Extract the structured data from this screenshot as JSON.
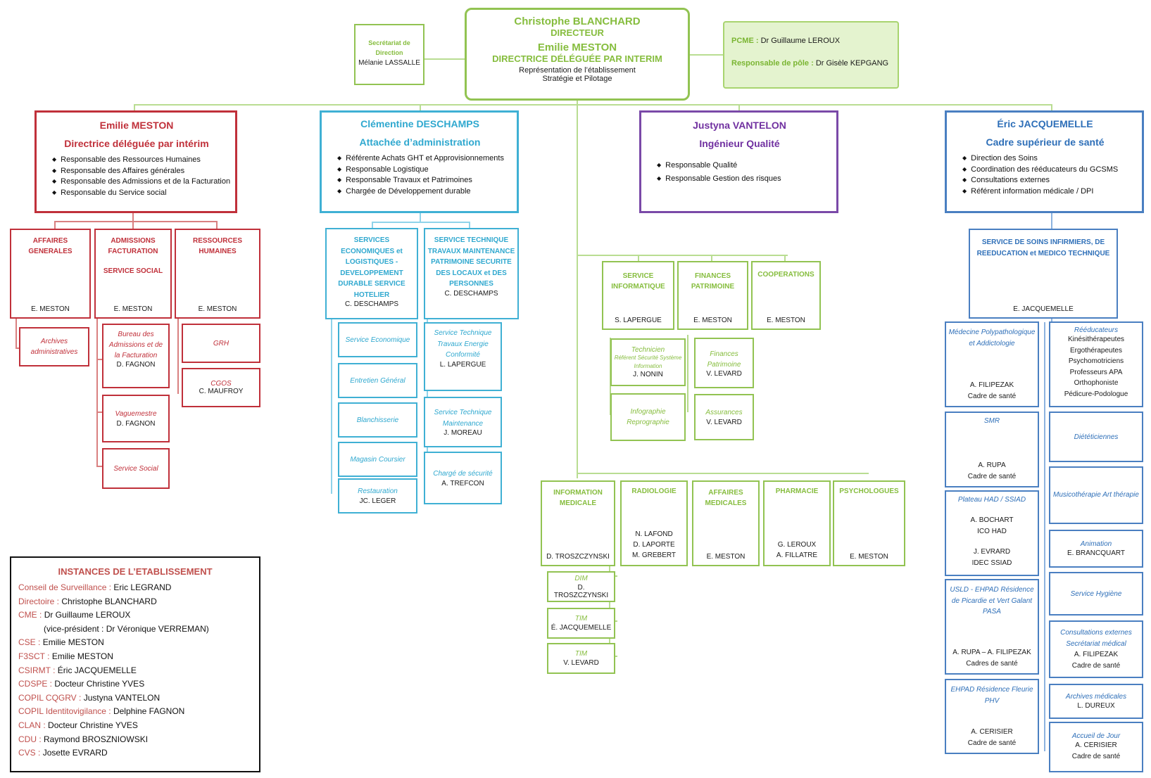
{
  "director": {
    "name": "Christophe BLANCHARD",
    "title": "DIRECTEUR",
    "interim_name": "Emilie MESTON",
    "interim_title": "DIRECTRICE DÉLÉGUÉE PAR INTERIM",
    "line1": "Représentation de l’établissement",
    "line2": "Stratégie et Pilotage"
  },
  "secretariat": {
    "title": "Secrétariat de Direction",
    "name": "Mélanie LASSALLE"
  },
  "pcme": {
    "label1": "PCME :",
    "value1": "Dr Guillaume LEROUX",
    "label2": "Responsable de pôle :",
    "value2": "Dr Gisèle KEPGANG"
  },
  "heads": [
    {
      "name": "Emilie MESTON",
      "title": "Directrice déléguée par intérim",
      "items": [
        "Responsable des Ressources Humaines",
        "Responsable des Affaires générales",
        "Responsable des Admissions et de la Facturation",
        "Responsable du Service social"
      ]
    },
    {
      "name": "Clémentine DESCHAMPS",
      "title": "Attachée d’administration",
      "items": [
        "Référente Achats GHT et Approvisionnements",
        "Responsable Logistique",
        "Responsable Travaux et Patrimoines",
        "Chargée de Développement durable"
      ]
    },
    {
      "name": "Justyna VANTELON",
      "title": "Ingénieur Qualité",
      "items": [
        "Responsable Qualité",
        "Responsable Gestion des risques"
      ]
    },
    {
      "name": "Éric JACQUEMELLE",
      "title": "Cadre supérieur de santé",
      "items": [
        "Direction des Soins",
        "Coordination des rééducateurs du GCSMS",
        "Consultations externes",
        "Référent information médicale / DPI"
      ]
    }
  ],
  "red": {
    "ag": {
      "title": "AFFAIRES GENERALES",
      "name": "E. MESTON"
    },
    "adm": {
      "title": "ADMISSIONS FACTURATION",
      "title2": "SERVICE SOCIAL",
      "name": "E. MESTON"
    },
    "rh": {
      "title": "RESSOURCES HUMAINES",
      "name": "E. MESTON"
    },
    "archives": "Archives administratives",
    "bureau": {
      "title": "Bureau des Admissions et de la Facturation",
      "name": "D. FAGNON"
    },
    "vague": {
      "title": "Vaguemestre",
      "name": "D. FAGNON"
    },
    "social": "Service Social",
    "grh": "GRH",
    "cgos": {
      "title": "CGOS",
      "name": "C. MAUFROY"
    }
  },
  "cyan": {
    "services": {
      "title": "SERVICES ECONOMIQUES et LOGISTIQUES - DEVELOPPEMENT DURABLE SERVICE HOTELIER",
      "name": "C. DESCHAMPS"
    },
    "technique": {
      "title": "SERVICE TECHNIQUE TRAVAUX MAINTENANCE PATRIMOINE SECURITE DES LOCAUX et DES PERSONNES",
      "name": "C. DESCHAMPS"
    },
    "eco": "Service Economique",
    "entretien": "Entretien Général",
    "blanch": "Blanchisserie",
    "magasin": "Magasin Coursier",
    "resto": {
      "title": "Restauration",
      "name": "JC. LEGER"
    },
    "stt": {
      "title": "Service Technique Travaux Energie Conformité",
      "name": "L. LAPERGUE"
    },
    "stm": {
      "title": "Service Technique Maintenance",
      "name": "J. MOREAU"
    },
    "secu": {
      "title": "Chargé de sécurité",
      "name": "A. TREFCON"
    }
  },
  "green": {
    "info": {
      "title": "SERVICE INFORMATIQUE",
      "name": "S. LAPERGUE"
    },
    "fin": {
      "title": "FINANCES PATRIMOINE",
      "name": "E. MESTON"
    },
    "coop": {
      "title": "COOPERATIONS",
      "name": "E. MESTON"
    },
    "tech": {
      "title1": "Technicien",
      "title2": "Référent Sécurité Système Information",
      "name": "J. NONIN"
    },
    "infog": "Infographie Reprographie",
    "finp": {
      "title": "Finances Patrimoine",
      "name": "V. LEVARD"
    },
    "assur": {
      "title": "Assurances",
      "name": "V. LEVARD"
    },
    "im": {
      "title": "INFORMATION MEDICALE",
      "name": "D. TROSZCZYNSKI"
    },
    "radio": {
      "title": "RADIOLOGIE",
      "n1": "N. LAFOND",
      "n2": "D. LAPORTE",
      "n3": "M. GREBERT"
    },
    "am": {
      "title": "AFFAIRES MEDICALES",
      "name": "E. MESTON"
    },
    "pharma": {
      "title": "PHARMACIE",
      "n1": "G. LEROUX",
      "n2": "A. FILLATRE"
    },
    "psy": {
      "title": "PSYCHOLOGUES",
      "name": "E. MESTON"
    },
    "dim": {
      "title": "DIM",
      "name": "D. TROSZCZYNSKI"
    },
    "tim1": {
      "title": "TIM",
      "name": "É. JACQUEMELLE"
    },
    "tim2": {
      "title": "TIM",
      "name": "V. LEVARD"
    }
  },
  "blue": {
    "ssi": {
      "title": "SERVICE DE SOINS INFIRMIERS, DE REEDUCATION et MEDICO TECHNIQUE",
      "name": "E. JACQUEMELLE"
    },
    "med": {
      "title": "Médecine Polypathologique et Addictologie",
      "name": "A. FILIPEZAK",
      "role": "Cadre de santé"
    },
    "smr": {
      "title": "SMR",
      "name": "A. RUPA",
      "role": "Cadre de santé"
    },
    "had": {
      "title": "Plateau HAD / SSIAD",
      "n1": "A. BOCHART",
      "r1": "ICO HAD",
      "n2": "J. EVRARD",
      "r2": "IDEC SSIAD"
    },
    "usld": {
      "title": "USLD - EHPAD Résidence de Picardie et Vert Galant PASA",
      "name": "A. RUPA – A. FILIPEZAK",
      "role": "Cadres de santé"
    },
    "ehpad": {
      "title": "EHPAD Résidence Fleurie PHV",
      "name": "A. CERISIER",
      "role": "Cadre de santé"
    },
    "reed": {
      "title": "Rééducateurs",
      "items": [
        "Kinésithérapeutes",
        "Ergothérapeutes",
        "Psychomotriciens",
        "Professeurs APA",
        "Orthophoniste",
        "Pédicure-Podologue"
      ]
    },
    "diet": "Diététiciennes",
    "musico": "Musicothérapie Art thérapie",
    "anim": {
      "title": "Animation",
      "name": "E. BRANCQUART"
    },
    "hyg": "Service Hygiène",
    "consult": {
      "title": "Consultations externes Secrétariat médical",
      "name": "A. FILIPEZAK",
      "role": "Cadre de santé"
    },
    "arch": {
      "title": "Archives médicales",
      "name": "L. DUREUX"
    },
    "adj": {
      "title": "Accueil de Jour",
      "name": "A. CERISIER",
      "role": "Cadre de santé"
    }
  },
  "instances": {
    "title": "INSTANCES DE L’ETABLISSEMENT",
    "rows": [
      {
        "label": "Conseil de Surveillance :",
        "value": "Eric LEGRAND"
      },
      {
        "label": "Directoire :",
        "value": "Christophe BLANCHARD"
      },
      {
        "label": "CME :",
        "value": "Dr Guillaume LEROUX"
      },
      {
        "label": "",
        "value": "(vice-président : Dr Véronique VERREMAN)"
      },
      {
        "label": "CSE :",
        "value": "Emilie MESTON"
      },
      {
        "label": "F3SCT :",
        "value": "Emilie MESTON"
      },
      {
        "label": "CSIRMT :",
        "value": "Éric JACQUEMELLE"
      },
      {
        "label": "CDSPE :",
        "value": "Docteur Christine YVES"
      },
      {
        "label": "COPIL CQGRV :",
        "value": "Justyna VANTELON"
      },
      {
        "label": "COPIL Identitovigilance :",
        "value": "Delphine FAGNON"
      },
      {
        "label": "CLAN :",
        "value": "Docteur Christine YVES"
      },
      {
        "label": "CDU :",
        "value": "Raymond BROSZNIOWSKI"
      },
      {
        "label": "CVS :",
        "value": "Josette EVRARD"
      }
    ]
  }
}
